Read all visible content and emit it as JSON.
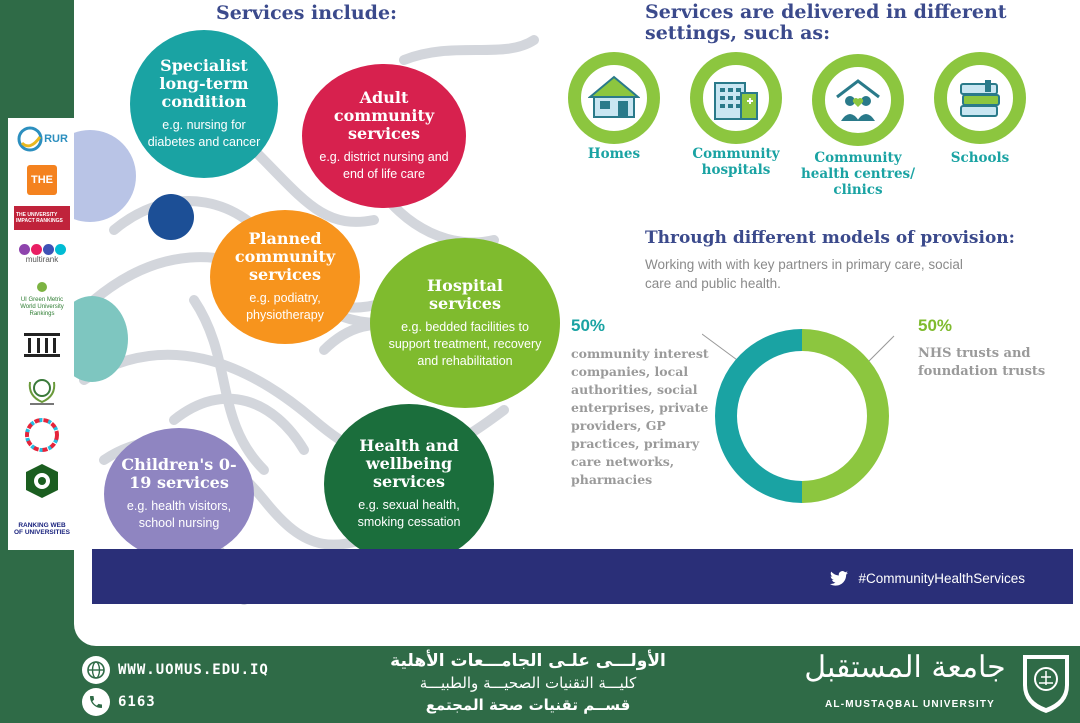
{
  "services": {
    "title": "Services include:",
    "items": [
      {
        "title": "Specialist long-term condition",
        "subtitle": "e.g. nursing for diabetes and cancer",
        "color": "#1aa3a3"
      },
      {
        "title": "Adult community services",
        "subtitle": "e.g. district nursing and end of life care",
        "color": "#d7214e"
      },
      {
        "title": "Planned community services",
        "subtitle": "e.g. podiatry, physiotherapy",
        "color": "#f7941d"
      },
      {
        "title": "Hospital services",
        "subtitle": "e.g. bedded facilities to support treatment, recovery and rehabilitation",
        "color": "#7fbb2e"
      },
      {
        "title": "Children's 0-19 services",
        "subtitle": "e.g. health visitors, school nursing",
        "color": "#8f85c1"
      },
      {
        "title": "Health and wellbeing services",
        "subtitle": "e.g. sexual health, smoking cessation",
        "color": "#1b6e3c"
      }
    ]
  },
  "settings": {
    "title": "Services are delivered in different settings, such as:",
    "items": [
      {
        "label": "Homes",
        "icon": "house-icon"
      },
      {
        "label": "Community hospitals",
        "icon": "hospital-building-icon"
      },
      {
        "label": "Community health centres/ clinics",
        "icon": "health-centre-icon"
      },
      {
        "label": "Schools",
        "icon": "books-icon"
      }
    ]
  },
  "models": {
    "title": "Through different models of provision:",
    "description": "Working with with key partners in primary care, social care and public health.",
    "left_percent": "50%",
    "left_description": "community interest companies, local authorities, social enterprises, private providers, GP practices, primary care networks, pharmacies",
    "right_percent": "50%",
    "right_description": "NHS trusts and foundation trusts",
    "colors": {
      "left": "#1aa3a3",
      "right": "#8cc63f"
    }
  },
  "chart_data": {
    "type": "pie",
    "categories": [
      "community interest companies, local authorities, social enterprises, private providers, GP practices, primary care networks, pharmacies",
      "NHS trusts and foundation trusts"
    ],
    "values": [
      50,
      50
    ],
    "title": "",
    "legend": "labels beside the ring"
  },
  "banner": {
    "hashtag": "#CommunityHealthServices",
    "icon": "twitter-bird-icon",
    "color": "#2a2f78"
  },
  "sidebar_logos": [
    {
      "label": "RUR",
      "icon": "rur-logo"
    },
    {
      "label": "THE",
      "icon": "the-logo"
    },
    {
      "label": "THE UNIVERSITY IMPACT RANKINGS",
      "icon": "the-impact-logo"
    },
    {
      "label": "multirank",
      "icon": "multirank-logo"
    },
    {
      "label": "UI Green Metric World University Rankings",
      "icon": "greenmetric-logo"
    },
    {
      "label": "",
      "icon": "columns-building-logo"
    },
    {
      "label": "",
      "icon": "arab-universities-logo"
    },
    {
      "label": "",
      "icon": "sdg-logo"
    },
    {
      "label": "",
      "icon": "arab-engineers-logo"
    },
    {
      "label": "RANKING WEB OF UNIVERSITIES",
      "icon": "webometrics-logo"
    }
  ],
  "footer": {
    "website": "WWW.UOMUS.EDU.IQ",
    "phone": "6163",
    "website_icon": "globe-www-icon",
    "phone_icon": "phone-icon",
    "arabic_line1": "الأولـــى علـى الجامـــعات الأهلية",
    "arabic_line2": "كليـــة التقنيات الصحيـــة والطبيـــة",
    "arabic_line3": "قســم تقنيات صحة المجتمع",
    "university_ar": "جامعة المستقبل",
    "university_en": "AL-MUSTAQBAL UNIVERSITY",
    "background": "#2f6b47"
  }
}
